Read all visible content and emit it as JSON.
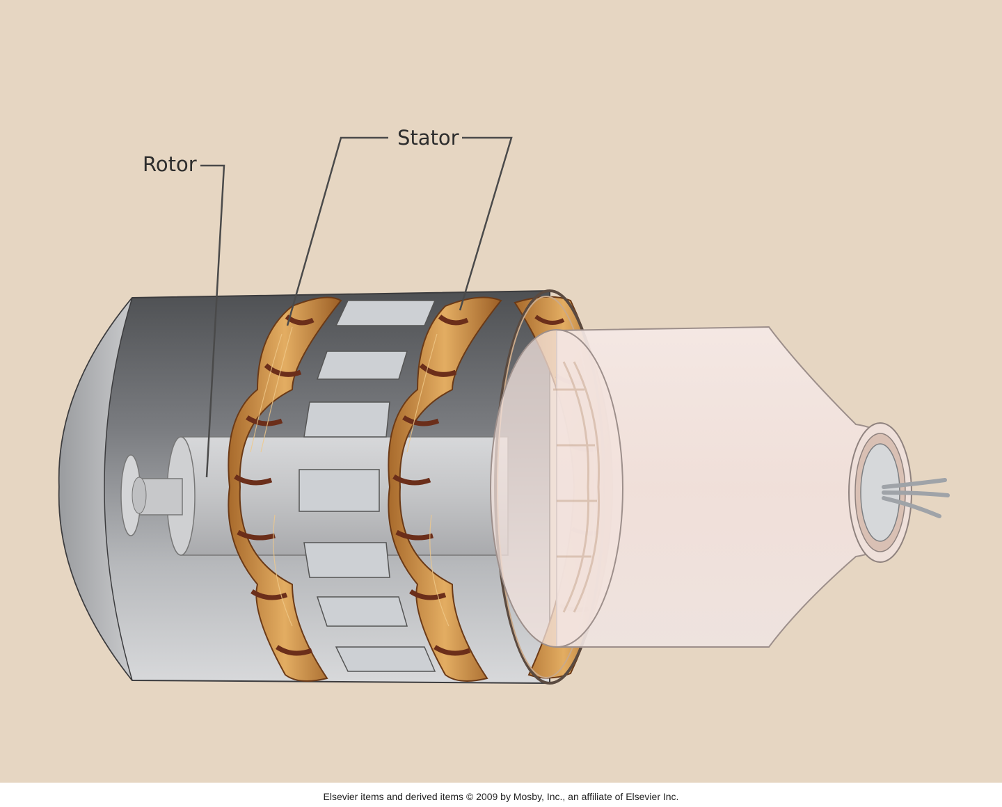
{
  "labels": {
    "rotor": "Rotor",
    "stator": "Stator"
  },
  "credit": "Elsevier items and derived items © 2009 by Mosby, Inc., an affiliate of Elsevier Inc.",
  "colors": {
    "background": "#e6d6c2",
    "housing": "#8d8f92",
    "winding": "#c98a45",
    "winding_band": "#7a3a22",
    "glass_tube": "#f3e6e1"
  },
  "parts": [
    "rotor",
    "stator",
    "stator-windings",
    "glass-envelope",
    "cathode-wires"
  ]
}
